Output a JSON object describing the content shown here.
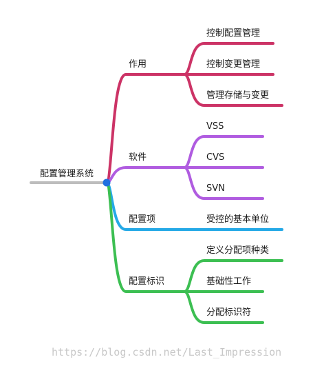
{
  "diagram": {
    "root": {
      "label": "配置管理系统"
    },
    "colors": {
      "root_stub": "#bdbdbd",
      "root_dot": "#1f6fe0"
    },
    "branches": [
      {
        "label": "作用",
        "color": "#cc3366",
        "children": [
          {
            "label": "控制配置管理"
          },
          {
            "label": "控制变更管理"
          },
          {
            "label": "管理存储与变更"
          }
        ]
      },
      {
        "label": "软件",
        "color": "#b05ce0",
        "children": [
          {
            "label": "VSS"
          },
          {
            "label": "CVS"
          },
          {
            "label": "SVN"
          }
        ]
      },
      {
        "label": "配置项",
        "color": "#25a9e6",
        "children": [
          {
            "label": "受控的基本单位"
          }
        ]
      },
      {
        "label": "配置标识",
        "color": "#3cbf52",
        "children": [
          {
            "label": "定义分配项种类"
          },
          {
            "label": "基础性工作"
          },
          {
            "label": "分配标识符"
          }
        ]
      }
    ]
  },
  "watermark": {
    "text": "https://blog.csdn.net/Last_Impression"
  }
}
